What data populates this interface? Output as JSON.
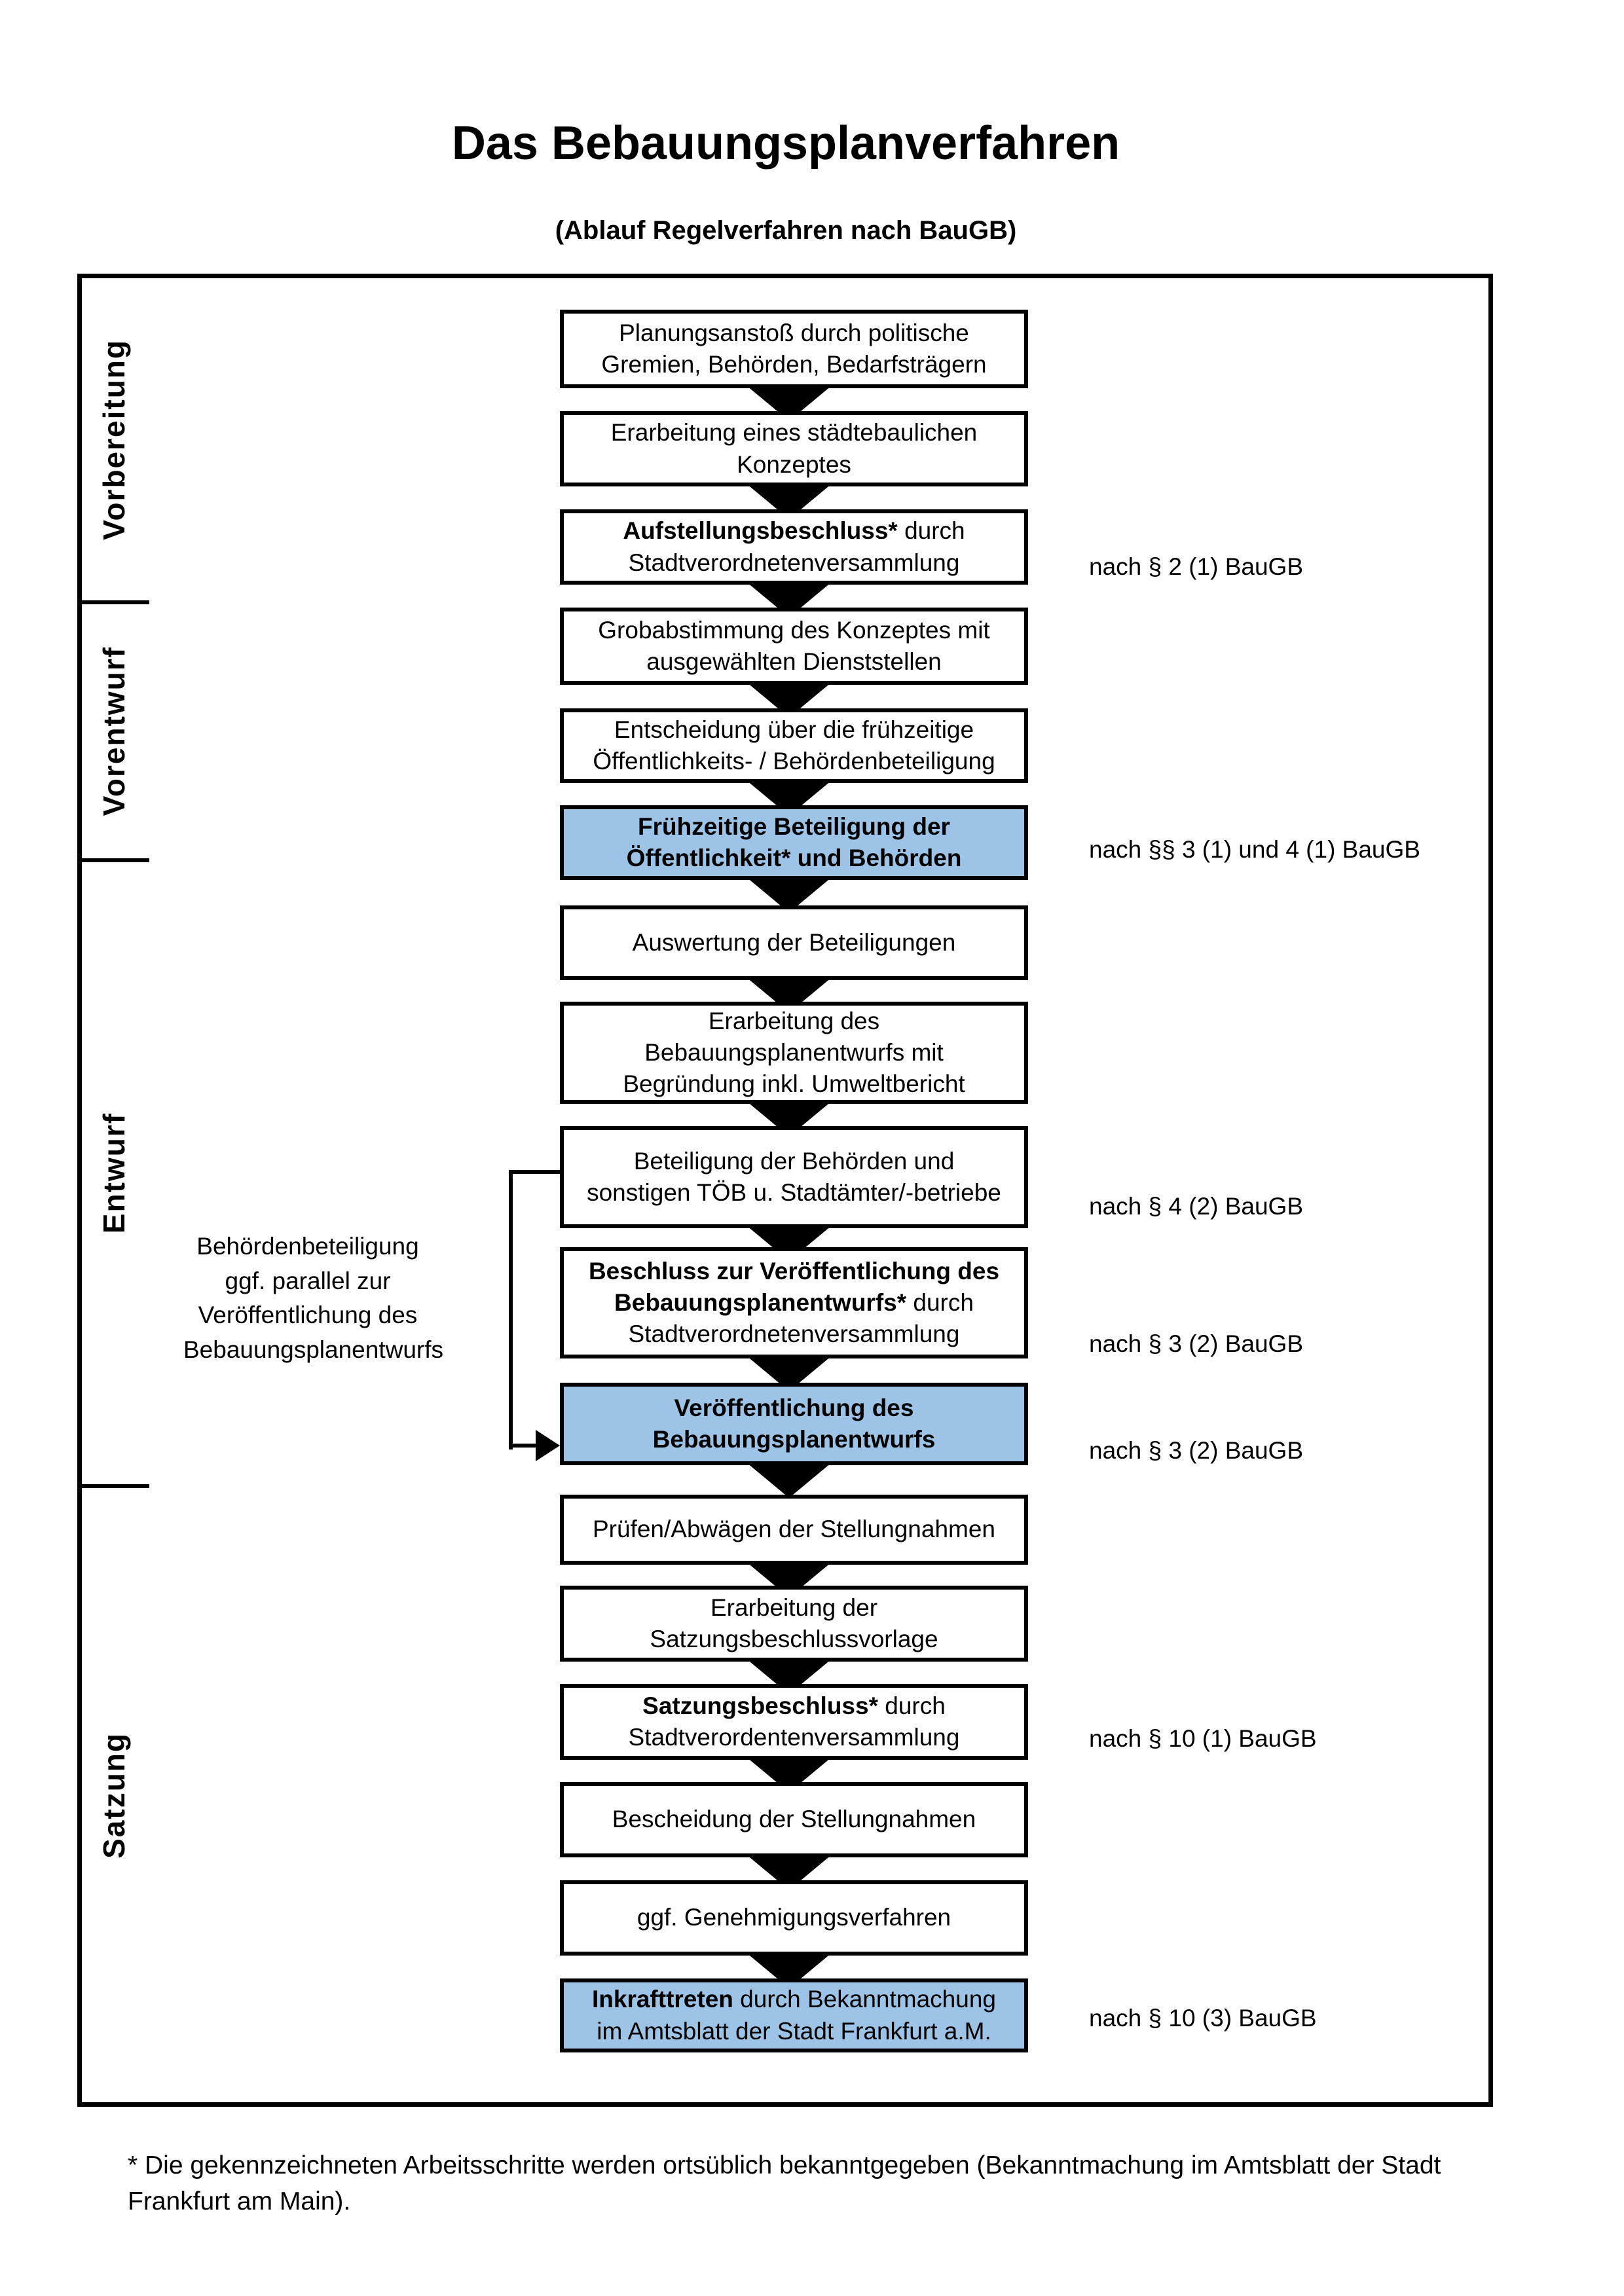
{
  "title": "Das Bebauungsplanverfahren",
  "subtitle": "(Ablauf Regelverfahren nach BauGB)",
  "phases": [
    {
      "label": "Vorbereitung"
    },
    {
      "label": "Vorentwurf"
    },
    {
      "label": "Entwurf"
    },
    {
      "label": "Satzung"
    }
  ],
  "steps": [
    {
      "bold_text": "",
      "text": "Planungsanstoß durch politische\nGremien, Behörden, Bedarfsträgern",
      "highlight": false
    },
    {
      "bold_text": "",
      "text": "Erarbeitung eines städtebaulichen\nKonzeptes",
      "highlight": false
    },
    {
      "bold_text": "Aufstellungsbeschluss*",
      "text": " durch\nStadtverordnetenversammlung",
      "highlight": false
    },
    {
      "bold_text": "",
      "text": "Grobabstimmung des Konzeptes mit\nausgewählten Dienststellen",
      "highlight": false
    },
    {
      "bold_text": "",
      "text": "Entscheidung über die frühzeitige\nÖffentlichkeits- / Behördenbeteiligung",
      "highlight": false
    },
    {
      "bold_text": "Frühzeitige Beteiligung der\nÖffentlichkeit* und Behörden",
      "text": "",
      "highlight": true
    },
    {
      "bold_text": "",
      "text": "Auswertung der Beteiligungen",
      "highlight": false
    },
    {
      "bold_text": "",
      "text": "Erarbeitung des\nBebauungsplanentwurfs mit\nBegründung inkl. Umweltbericht",
      "highlight": false
    },
    {
      "bold_text": "",
      "text": "Beteiligung der Behörden und\nsonstigen TÖB u. Stadtämter/-betriebe",
      "highlight": false
    },
    {
      "bold_text": "Beschluss zur Veröffentlichung des\nBebauungsplanentwurfs*",
      "text": " durch\nStadtverordnetenversammlung",
      "highlight": false
    },
    {
      "bold_text": "Veröffentlichung des\nBebauungsplanentwurfs",
      "text": "",
      "highlight": true
    },
    {
      "bold_text": "",
      "text": "Prüfen/Abwägen der Stellungnahmen",
      "highlight": false
    },
    {
      "bold_text": "",
      "text": "Erarbeitung der\nSatzungsbeschlussvorlage",
      "highlight": false
    },
    {
      "bold_text": "Satzungsbeschluss*",
      "text": " durch\nStadtverordentenversammlung",
      "highlight": false
    },
    {
      "bold_text": "",
      "text": "Bescheidung der Stellungnahmen",
      "highlight": false
    },
    {
      "bold_text": "",
      "text": "ggf. Genehmigungsverfahren",
      "highlight": false
    },
    {
      "bold_text": "Inkrafttreten",
      "text": " durch Bekanntmachung\nim Amtsblatt der Stadt Frankfurt a.M.",
      "highlight": true
    }
  ],
  "references": [
    {
      "text": "nach § 2 (1) BauGB"
    },
    {
      "text": "nach §§ 3 (1) und 4 (1) BauGB"
    },
    {
      "text": "nach § 4 (2) BauGB"
    },
    {
      "text": "nach § 3 (2) BauGB"
    },
    {
      "text": "nach § 3 (2) BauGB"
    },
    {
      "text": "nach § 10 (1) BauGB"
    },
    {
      "text": "nach § 10 (3) BauGB"
    }
  ],
  "side_note": "Behördenbeteiligung\nggf. parallel zur\nVeröffentlichung des\nBebauungsplanentwurfs",
  "footnote": "* Die gekennzeichneten Arbeitsschritte werden ortsüblich bekanntgegeben (Bekanntmachung im Amtsblatt  der Stadt\nFrankfurt am Main).",
  "colors": {
    "highlight_blue": "#9DC3E6",
    "band_vorbereitung": "#F1F1F1",
    "band_vorentwurf": "#E3E3E3",
    "band_entwurf": "#D9D9D9",
    "band_satzung": "#BDBDBD"
  }
}
